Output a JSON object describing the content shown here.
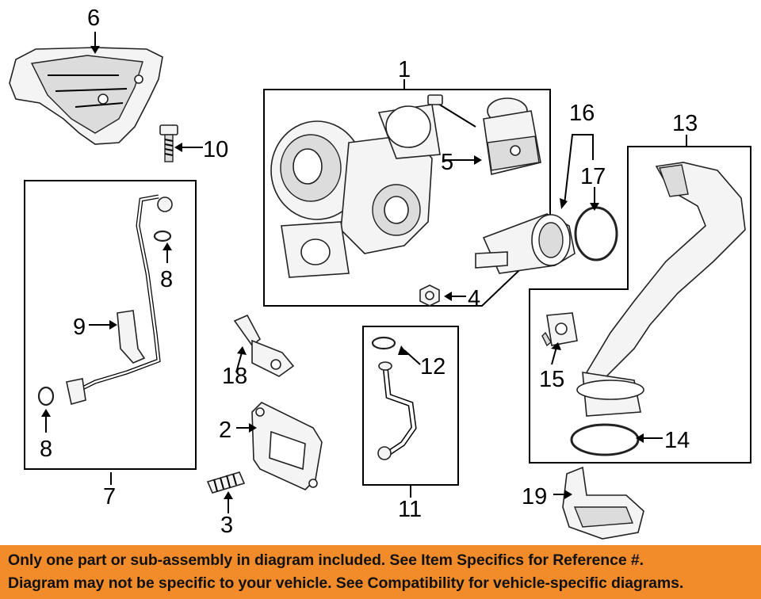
{
  "callouts": {
    "c1": "1",
    "c2": "2",
    "c3": "3",
    "c4": "4",
    "c5": "5",
    "c6": "6",
    "c7": "7",
    "c8a": "8",
    "c8b": "8",
    "c9": "9",
    "c10": "10",
    "c11": "11",
    "c12": "12",
    "c13": "13",
    "c14": "14",
    "c15": "15",
    "c16": "16",
    "c17": "17",
    "c18": "18",
    "c19": "19"
  },
  "banner": {
    "line1": "Only one part or sub-assembly in diagram included. See Item Specifics for Reference #.",
    "line2": "Diagram may not be specific to your vehicle. See Compatibility for vehicle-specific diagrams.",
    "color": "#f28c2a"
  }
}
